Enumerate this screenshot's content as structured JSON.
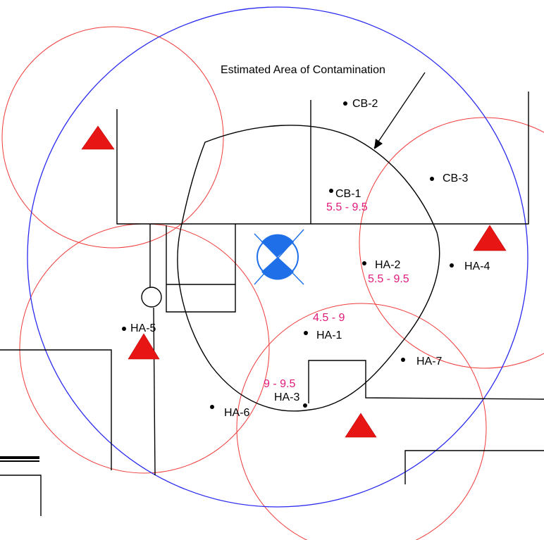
{
  "annotation": "Estimated Area of Contamination",
  "points": [
    {
      "id": "cb-2",
      "label": "CB-2"
    },
    {
      "id": "cb-3",
      "label": "CB-3"
    },
    {
      "id": "cb-1",
      "label": "CB-1",
      "range": "5.5 - 9.5"
    },
    {
      "id": "ha-2",
      "label": "HA-2",
      "range": "5.5 - 9.5"
    },
    {
      "id": "ha-4",
      "label": "HA-4"
    },
    {
      "id": "ha-1",
      "label": "HA-1",
      "range": "4.5 - 9"
    },
    {
      "id": "ha-5",
      "label": "HA-5"
    },
    {
      "id": "ha-7",
      "label": "HA-7"
    },
    {
      "id": "ha-3",
      "label": "HA-3",
      "range": "9 - 9.5"
    },
    {
      "id": "ha-6",
      "label": "HA-6"
    }
  ],
  "colors": {
    "search_circle": "#2a2af0",
    "well_circles": "#f03a3a",
    "well_markers": "#e81515",
    "range_text": "#e0197a",
    "center_symbol": "#1f6fe8",
    "linework": "#000000"
  },
  "icons": {
    "well_marker": "red-triangle-icon",
    "center_marker": "crossed-well-symbol-icon",
    "sample_point": "dot-icon"
  }
}
